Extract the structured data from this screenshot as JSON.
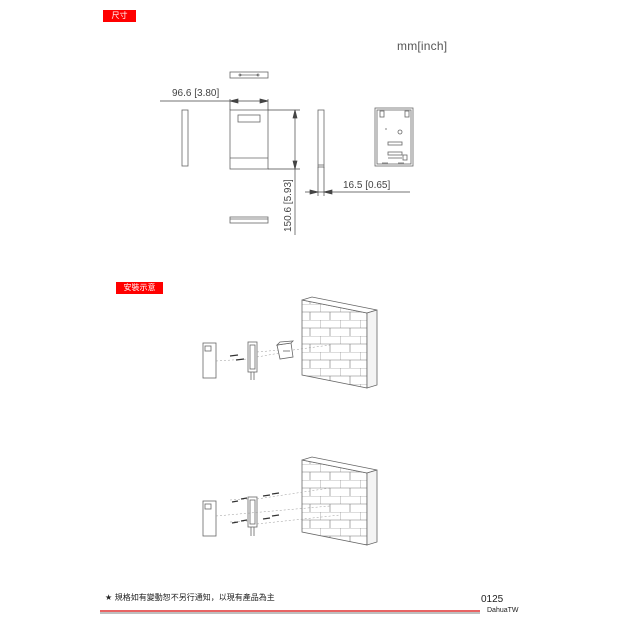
{
  "sections": {
    "dimensions": {
      "label": "尺寸"
    },
    "installation": {
      "label": "安裝示意"
    }
  },
  "dimensions": {
    "unit": "mm[inch]",
    "width": "96.6 [3.80]",
    "height": "150.6 [5.93]",
    "depth": "16.5 [0.65]"
  },
  "footer": {
    "note": "★ 規格如有變動恕不另行通知，以現有產品為主",
    "code": "0125",
    "brand": "DahuaTW"
  },
  "colors": {
    "accent": "#ff0000",
    "line": "#555555",
    "footer_rule_red": "#e03030",
    "footer_rule_gray": "#999999"
  }
}
